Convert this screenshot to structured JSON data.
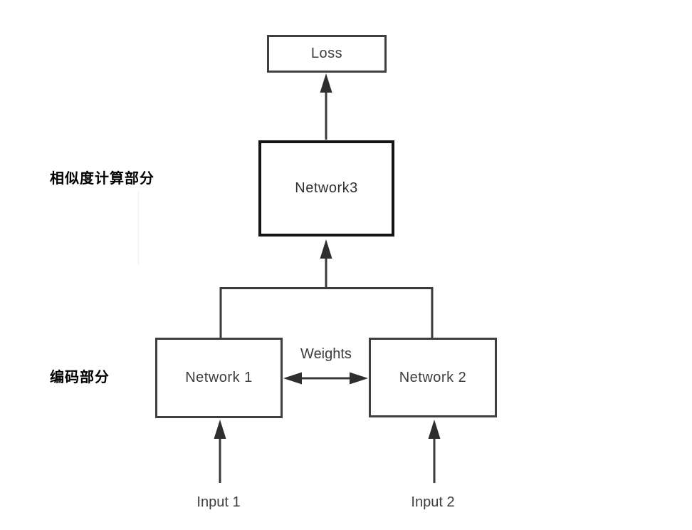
{
  "diagram": {
    "nodes": {
      "loss": {
        "label": "Loss"
      },
      "network3": {
        "label": "Network3"
      },
      "network1": {
        "label": "Network 1"
      },
      "network2": {
        "label": "Network 2"
      }
    },
    "edge_labels": {
      "weights": "Weights"
    },
    "inputs": {
      "input1": {
        "label": "Input 1"
      },
      "input2": {
        "label": "Input 2"
      }
    },
    "section_labels": {
      "similarity": "相似度计算部分",
      "encoding": "编码部分"
    },
    "colors": {
      "background": "#ffffff",
      "line": "#3a3a3a",
      "box_border": "#3f3f3f",
      "network3_border": "#141414",
      "text": "#3d3d3d",
      "section_text": "#000000"
    }
  }
}
